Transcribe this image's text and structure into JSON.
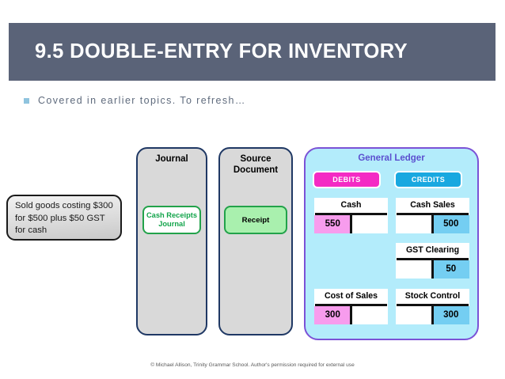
{
  "slide": {
    "title": "9.5 DOUBLE-ENTRY FOR INVENTORY",
    "bullet": "Covered in earlier topics. To refresh…",
    "footer": "© Michael Allison, Trinity Grammar School. Author's permission required for external use"
  },
  "callout": {
    "lines": [
      "Sold goods costing $300",
      "for $500 plus $50 GST",
      "for cash"
    ]
  },
  "columns": {
    "journal": {
      "heading": "Journal",
      "chip": "Cash Receipts Journal"
    },
    "source_document": {
      "heading": "Source Document",
      "chip": "Receipt"
    }
  },
  "general_ledger": {
    "title": "General Ledger",
    "debits_badge": "DEBITS",
    "credits_badge": "CREDITS",
    "accounts": [
      {
        "name": "Cash",
        "debit": "550",
        "credit": "",
        "side": "debit"
      },
      {
        "name": "Cash Sales",
        "debit": "",
        "credit": "500",
        "side": "credit"
      },
      {
        "name": "GST Clearing",
        "debit": "",
        "credit": "50",
        "side": "credit"
      },
      {
        "name": "Cost of Sales",
        "debit": "300",
        "credit": "",
        "side": "debit"
      },
      {
        "name": "Stock Control",
        "debit": "",
        "credit": "300",
        "side": "credit"
      }
    ]
  },
  "colors": {
    "title_bar": "#5a6378",
    "debit_pink": "#f42ac4",
    "credit_blue": "#19a8e0",
    "debit_cell": "#f79ced",
    "credit_cell": "#74cef2",
    "ledger_bg": "#b3ecfb",
    "ledger_border": "#7b52d6",
    "panel_bg": "#d9d9d9",
    "panel_border": "#1f3864",
    "green_accent": "#22a24a"
  }
}
